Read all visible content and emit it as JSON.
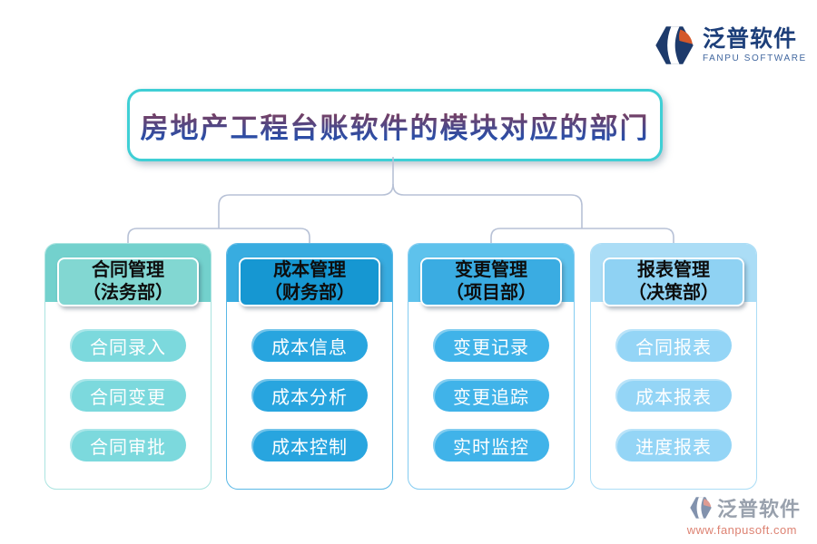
{
  "brand_top": {
    "name_cn": "泛普软件",
    "name_en": "FANPU SOFTWARE"
  },
  "title": "房地产工程台账软件的模块对应的部门",
  "columns": [
    {
      "header": "合同管理",
      "dept": "（法务部）",
      "items": [
        "合同录入",
        "合同变更",
        "合同审批"
      ],
      "colors": {
        "cap": "#73d1cd",
        "header_fill": "#82d7d2",
        "button": "#7cd9dd",
        "border": "#abe4e0"
      }
    },
    {
      "header": "成本管理",
      "dept": "（财务部）",
      "items": [
        "成本信息",
        "成本分析",
        "成本控制"
      ],
      "colors": {
        "cap": "#38ace0",
        "header_fill": "#1697d2",
        "button": "#28a5df",
        "border": "#5ab8e6"
      }
    },
    {
      "header": "变更管理",
      "dept": "（项目部）",
      "items": [
        "变更记录",
        "变更追踪",
        "实时监控"
      ],
      "colors": {
        "cap": "#5ec2ec",
        "header_fill": "#3aace2",
        "button": "#40b3e9",
        "border": "#84ccf1"
      }
    },
    {
      "header": "报表管理",
      "dept": "（决策部）",
      "items": [
        "合同报表",
        "成本报表",
        "进度报表"
      ],
      "colors": {
        "cap": "#abddf6",
        "header_fill": "#8fd2f3",
        "button": "#94d5f6",
        "border": "#abddf6"
      }
    }
  ],
  "footer": {
    "name_cn": "泛普软件",
    "url": "www.fanpusoft.com"
  },
  "theme": {
    "title_border": "#3fcfd5",
    "title_text_top": "#8f394c",
    "title_text_bottom": "#2b4da6",
    "connector": "#b7c1d6",
    "logo_navy": "#1d3a6b",
    "logo_orange": "#d4582a",
    "logo_text": "#1d3f7a",
    "logo_subtext": "#41679f",
    "footer_text": "#99a1ad",
    "footer_url": "#dd8272",
    "header_text": "#0d0d0d"
  }
}
